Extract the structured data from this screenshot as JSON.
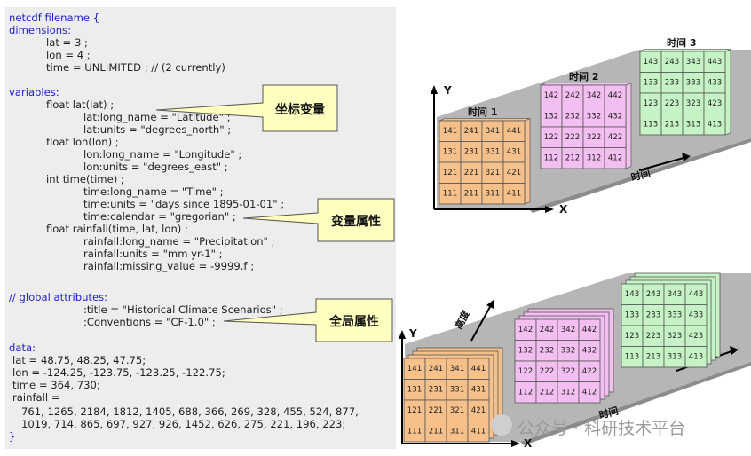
{
  "code": {
    "header": "netcdf filename {",
    "dimensions_kw": "dimensions:",
    "dim_lat": "lat = 3 ;",
    "dim_lon": "lon = 4 ;",
    "dim_time": "time = UNLIMITED ; // (2 currently)",
    "variables_kw": "variables:",
    "v_lat": "float lat(lat) ;",
    "v_lat_long": "lat:long_name = \"Latitude\" ;",
    "v_lat_units": "lat:units = \"degrees_north\" ;",
    "v_lon": "float lon(lon) ;",
    "v_lon_long": "lon:long_name = \"Longitude\" ;",
    "v_lon_units": "lon:units = \"degrees_east\" ;",
    "v_time": "int time(time) ;",
    "v_time_long": "time:long_name = \"Time\" ;",
    "v_time_units": "time:units = \"days since 1895-01-01\" ;",
    "v_time_cal": "time:calendar = \"gregorian\" ;",
    "v_rain": "float rainfall(time, lat, lon) ;",
    "v_rain_long": "rainfall:long_name = \"Precipitation\" ;",
    "v_rain_units": "rainfall:units = \"mm yr-1\" ;",
    "v_rain_missing": "rainfall:missing_value = -9999.f ;",
    "global_kw": "// global attributes:",
    "g_title": ":title = \"Historical Climate Scenarios\" ;",
    "g_conv": ":Conventions = \"CF-1.0\" ;",
    "data_kw": "data:",
    "d_lat": "lat = 48.75, 48.25, 47.75;",
    "d_lon": "lon = -124.25, -123.75, -123.25, -122.75;",
    "d_time": "time = 364, 730;",
    "d_rain": "rainfall =",
    "d_rain_row1": "761, 1265, 2184, 1812, 1405, 688, 366, 269, 328, 455, 524, 877,",
    "d_rain_row2": "1019, 714, 865, 697, 927, 926, 1452, 626, 275, 221, 196, 223;",
    "footer": "}"
  },
  "callouts": {
    "coord_var": "坐标变量",
    "var_attr": "变量属性",
    "global_attr": "全局属性"
  },
  "diagram": {
    "time1": "时间 1",
    "time2": "时间 2",
    "time3": "时间 3",
    "time_axis": "时间",
    "x_axis": "X",
    "y_axis": "Y",
    "height_axis": "高度",
    "grid1_rows": [
      [
        "141",
        "241",
        "341",
        "441"
      ],
      [
        "131",
        "231",
        "331",
        "431"
      ],
      [
        "121",
        "221",
        "321",
        "421"
      ],
      [
        "111",
        "211",
        "311",
        "411"
      ]
    ],
    "grid2_rows": [
      [
        "142",
        "242",
        "342",
        "442"
      ],
      [
        "132",
        "232",
        "332",
        "432"
      ],
      [
        "122",
        "222",
        "322",
        "422"
      ],
      [
        "112",
        "212",
        "312",
        "412"
      ]
    ],
    "grid3_rows": [
      [
        "143",
        "243",
        "343",
        "443"
      ],
      [
        "133",
        "233",
        "333",
        "433"
      ],
      [
        "123",
        "223",
        "323",
        "423"
      ],
      [
        "113",
        "213",
        "313",
        "413"
      ]
    ],
    "colors": {
      "orange": "#f5c08a",
      "pink": "#f3bff0",
      "green": "#c6f3c6",
      "slab": "#b8b8b8"
    }
  },
  "watermark": "公众号 · 科研技术平台"
}
